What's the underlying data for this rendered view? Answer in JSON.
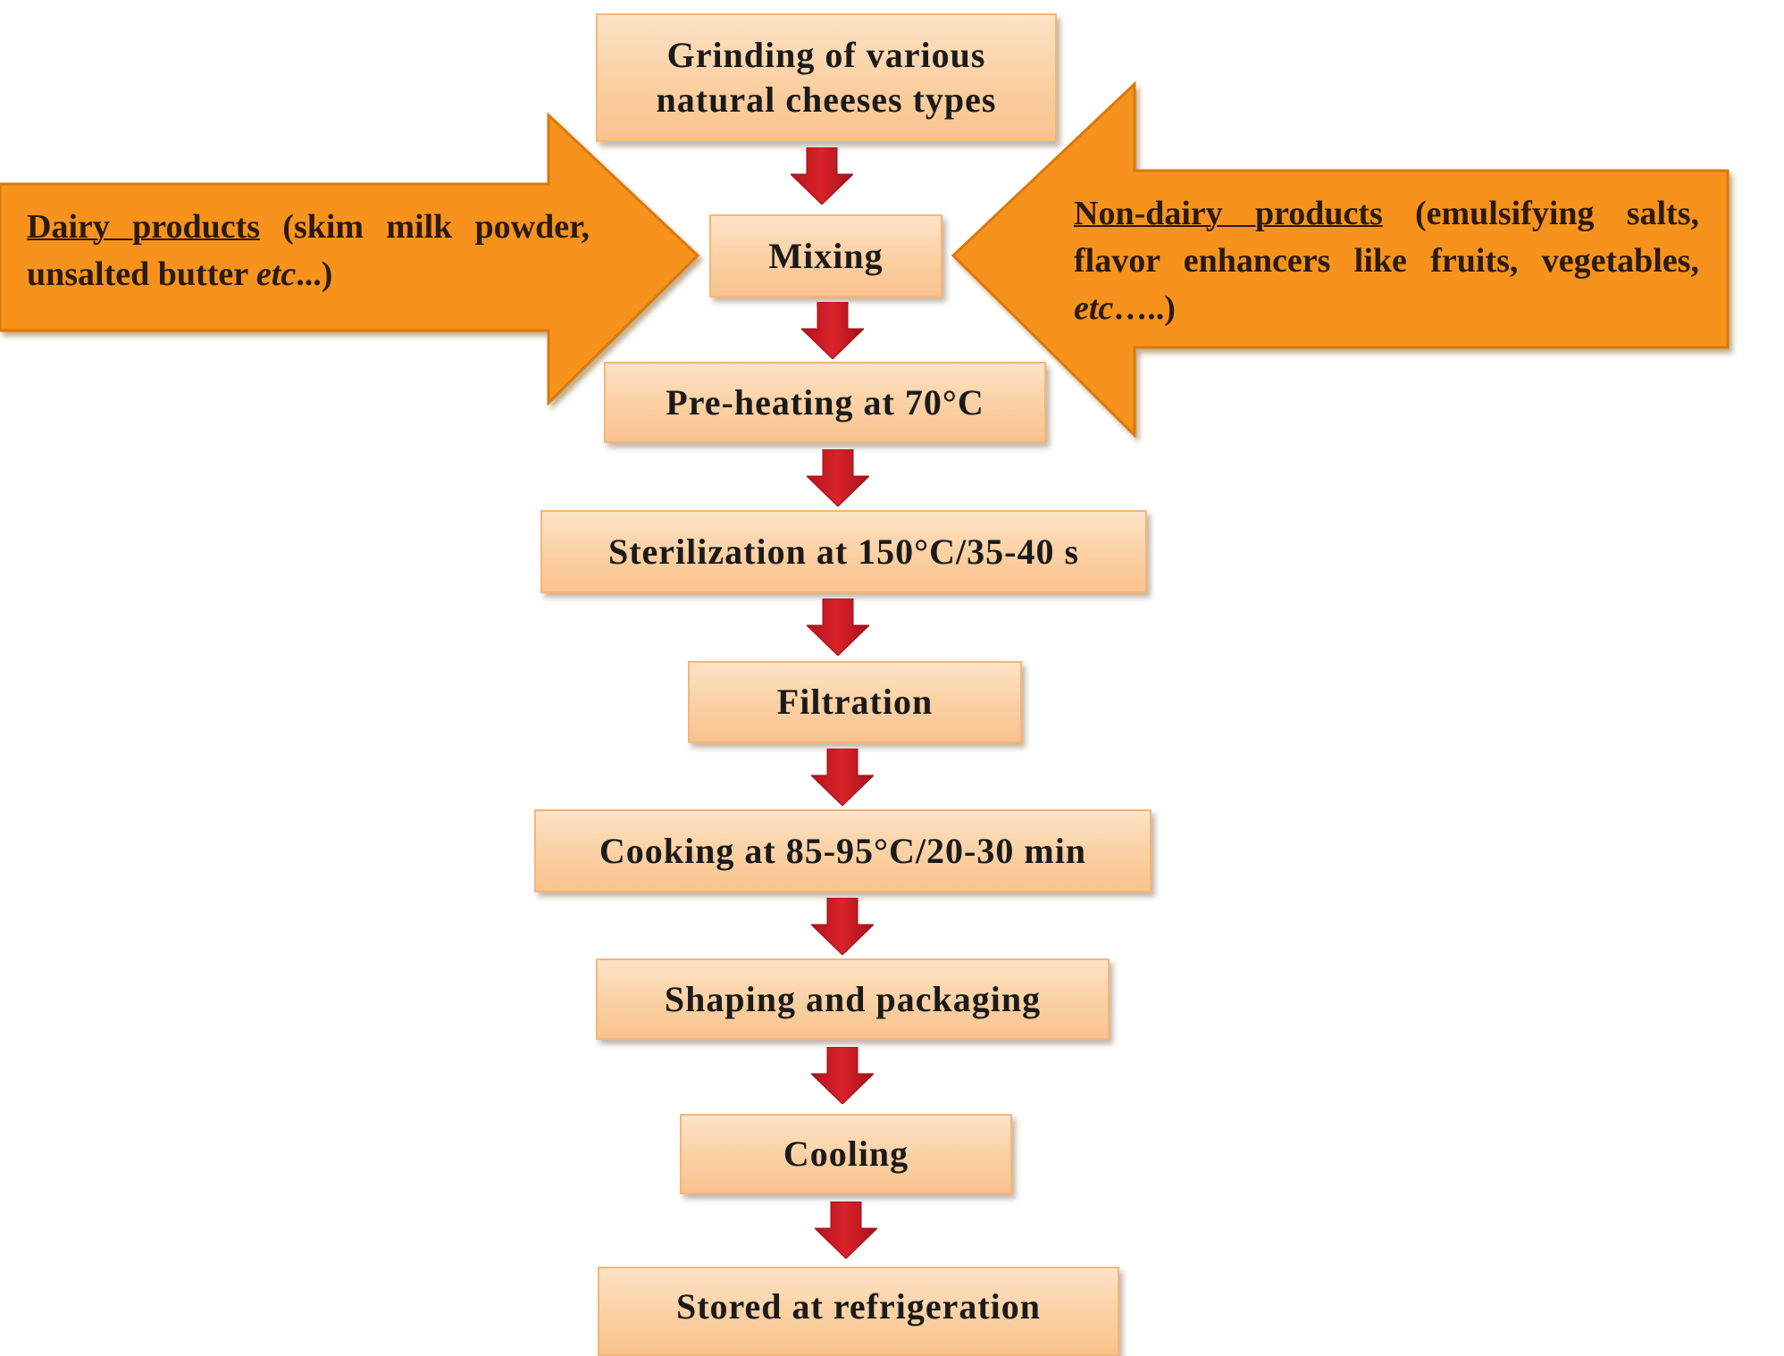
{
  "steps": [
    {
      "line1": "Grinding of various",
      "line2": "natural cheeses types"
    },
    {
      "text": "Mixing"
    },
    {
      "text": "Pre-heating at 70°C"
    },
    {
      "text": "Sterilization at 150°C/35-40 s"
    },
    {
      "text": "Filtration"
    },
    {
      "text": "Cooking at 85-95°C/20-30 min"
    },
    {
      "text": "Shaping and packaging"
    },
    {
      "text": "Cooling"
    },
    {
      "text": "Stored at refrigeration"
    }
  ],
  "inputs": {
    "dairy": {
      "title": "Dairy products",
      "rest": " (skim milk powder, unsalted butter ",
      "etc": "etc",
      "end": "...)"
    },
    "non_dairy": {
      "title": "Non-dairy products",
      "rest": " (emulsifying salts, flavor enhancers like fruits, vegetables, ",
      "etc": "etc",
      "end": "…..)"
    }
  },
  "colors": {
    "input_arrow": "#f7931e",
    "flow_arrow": "#d9232a",
    "box": "#fbd0a2"
  }
}
